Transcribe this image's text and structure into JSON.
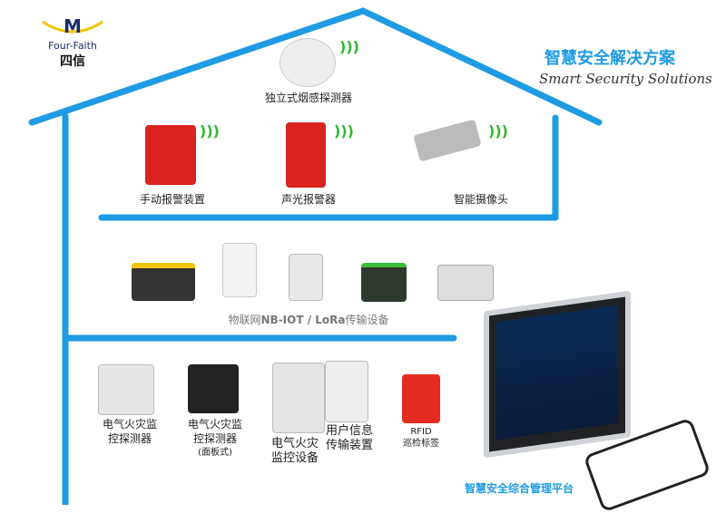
{
  "logo": {
    "brand": "Four-Faith",
    "cn": "四信"
  },
  "title": {
    "cn": "智慧安全解决方案",
    "en": "Smart Security Solutions"
  },
  "roof_devices": [
    {
      "label": "独立式烟感探测器"
    }
  ],
  "floor1": [
    {
      "label": "手动报警装置"
    },
    {
      "label": "声光报警器"
    },
    {
      "label": "智能摄像头"
    }
  ],
  "network": {
    "prefix": "物联网",
    "bold": "NB-IOT / LoRa",
    "suffix": "传输设备"
  },
  "floor3": [
    {
      "line1": "电气火灾监",
      "line2": "控探测器"
    },
    {
      "line1": "电气火灾监",
      "line2": "控探测器",
      "note": "(面板式)"
    },
    {
      "line1": "电气火灾",
      "line2": "监控设备"
    },
    {
      "line1": "用户信息",
      "line2": "传输装置"
    },
    {
      "line1": "RFID",
      "line2": "巡检标签"
    }
  ],
  "platform": {
    "label": "智慧安全综合管理平台"
  },
  "colors": {
    "house": "#1e9be3",
    "title": "#1e9be3",
    "wifi": "#2eb82e"
  }
}
